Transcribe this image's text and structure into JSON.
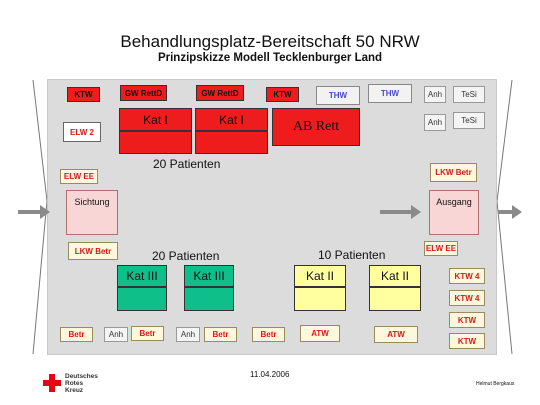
{
  "title": {
    "main": "Behandlungsplatz-Bereitschaft 50 NRW",
    "sub": "Prinzipskizze Modell Tecklenburger Land"
  },
  "vehicles_top": {
    "ktw1": "KTW",
    "gwrett1": "GW RettD",
    "gwrett2": "GW RettD",
    "ktw2": "KTW",
    "thw1": "THW",
    "thw2": "THW",
    "anh1": "Anh",
    "tesi1": "TeSi",
    "anh2": "Anh",
    "tesi2": "TeSi",
    "elw2": "ELW 2"
  },
  "zones": {
    "kat1_a": "Kat I",
    "kat1_b": "Kat I",
    "ab_rett": "AB Rett",
    "patients_top": "20 Patienten",
    "patients_left": "20 Patienten",
    "patients_right": "10 Patienten",
    "kat3_a": "Kat III",
    "kat3_b": "Kat III",
    "kat2_a": "Kat II",
    "kat2_b": "Kat II"
  },
  "stations": {
    "sichtung": "Sichtung",
    "ausgang": "Ausgang"
  },
  "vehicles_side": {
    "elw_ee_left": "ELW EE",
    "lkw_betr_left": "LKW Betr",
    "lkw_betr_right": "LKW Betr",
    "elw_ee_right": "ELW EE",
    "ktw4_a": "KTW 4",
    "ktw4_b": "KTW 4",
    "ktw_a": "KTW",
    "ktw_b": "KTW"
  },
  "vehicles_bottom": {
    "betr1": "Betr",
    "anh1": "Anh",
    "betr2": "Betr",
    "anh2": "Anh",
    "betr3": "Betr",
    "betr4": "Betr",
    "atw1": "ATW",
    "atw2": "ATW"
  },
  "footer": {
    "date": "11.04.2006",
    "author": "Helmut Bergkaus",
    "org_line1": "Deutsches",
    "org_line2": "Rotes",
    "org_line3": "Kreuz"
  },
  "colors": {
    "kat1": "#ee1c1c",
    "kat2": "#ffffa0",
    "kat3": "#0fbf8a",
    "station": "#f9d6d6",
    "background_area": "#dcdcdc"
  }
}
